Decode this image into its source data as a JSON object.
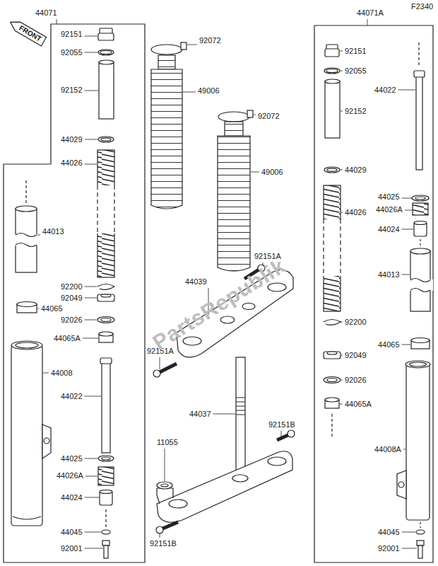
{
  "diagram": {
    "nodes": [
      {
        "text": [
          "FRONT"
        ]
      }
    ],
    "labels": [
      "44071",
      "F2340",
      "44071A",
      "92151",
      "92055",
      "92152",
      "44029",
      "44026",
      "44013",
      "92200",
      "92049",
      "44065",
      "92026",
      "44065A",
      "44008",
      "44022",
      "44025",
      "44026A",
      "44024",
      "44045",
      "92001",
      "92072",
      "49006",
      "92072",
      "49006",
      "92151A",
      "44039",
      "92151A",
      "44037",
      "92151B",
      "11055",
      "92151B",
      "92151",
      "92055",
      "44022",
      "92152",
      "44029",
      "44025",
      "44026",
      "44026A",
      "44024",
      "44013",
      "92200",
      "44065",
      "92049",
      "92026",
      "44065A",
      "44008A",
      "44045",
      "92001",
      "PartsRepublik"
    ]
  }
}
